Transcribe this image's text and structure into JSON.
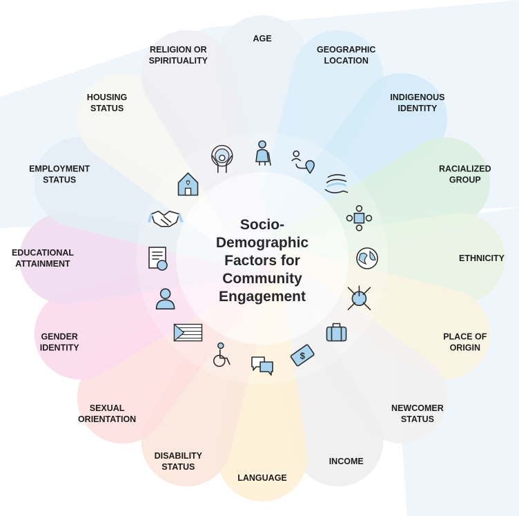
{
  "center": {
    "lines": [
      "Socio-",
      "Demographic",
      "Factors for",
      "Community",
      "Engagement"
    ]
  },
  "petals": [
    {
      "lines": [
        "AGE"
      ],
      "color": "#e9f2f7",
      "icon": "elderly-person-icon"
    },
    {
      "lines": [
        "GEOGRAPHIC",
        "LOCATION"
      ],
      "color": "#dbeef9",
      "icon": "location-route-icon"
    },
    {
      "lines": [
        "INDIGENOUS",
        "IDENTITY"
      ],
      "color": "#d3ebf7",
      "icon": "hands-water-icon"
    },
    {
      "lines": [
        "RACIALIZED",
        "GROUP"
      ],
      "color": "#dcefe0",
      "icon": "puzzle-people-icon"
    },
    {
      "lines": [
        "ETHNICITY"
      ],
      "color": "#e9f4e3",
      "icon": "globe-icon"
    },
    {
      "lines": [
        "PLACE OF",
        "ORIGIN"
      ],
      "color": "#faf3e1",
      "icon": "compass-arrows-icon"
    },
    {
      "lines": [
        "NEWCOMER",
        "STATUS"
      ],
      "color": "#f1f1f1",
      "icon": "suitcase-icon"
    },
    {
      "lines": [
        "INCOME"
      ],
      "color": "#eeeeef",
      "icon": "money-bill-icon"
    },
    {
      "lines": [
        "LANGUAGE"
      ],
      "color": "#fdf0d6",
      "icon": "speech-bubbles-icon"
    },
    {
      "lines": [
        "DISABILITY",
        "STATUS"
      ],
      "color": "#fbe7db",
      "icon": "wheelchair-icon"
    },
    {
      "lines": [
        "SEXUAL",
        "ORIENTATION"
      ],
      "color": "#fde0de",
      "icon": "pride-flag-icon"
    },
    {
      "lines": [
        "GENDER",
        "IDENTITY"
      ],
      "color": "#fbd9ee",
      "icon": "person-icon"
    },
    {
      "lines": [
        "EDUCATIONAL",
        "ATTAINMENT"
      ],
      "color": "#efdcf0",
      "icon": "certificate-icon"
    },
    {
      "lines": [
        "EMPLOYMENT",
        "STATUS"
      ],
      "color": "#e3eef4",
      "icon": "handshake-icon"
    },
    {
      "lines": [
        "HOUSING",
        "STATUS"
      ],
      "color": "#f6f6f2",
      "icon": "house-icon"
    },
    {
      "lines": [
        "RELIGION OR",
        "SPIRITUALITY"
      ],
      "color": "#eeeef3",
      "icon": "spiritual-person-icon"
    }
  ],
  "colors": {
    "text": "#1c1c1c",
    "icon_stroke": "#2b2b2b",
    "icon_fill": "#a9d4ef",
    "background_shape": "#eaf4fa"
  }
}
